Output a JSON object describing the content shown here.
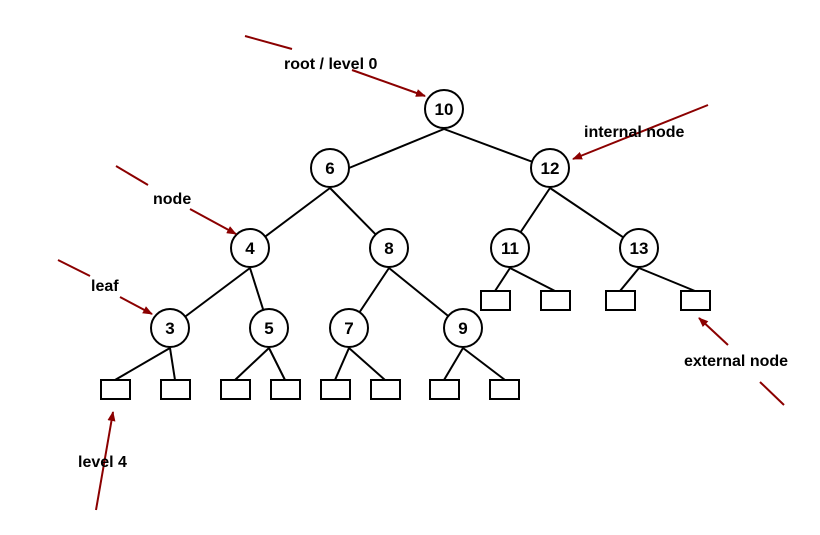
{
  "tree": {
    "nodes": [
      {
        "id": "10",
        "label": "10"
      },
      {
        "id": "6",
        "label": "6"
      },
      {
        "id": "12",
        "label": "12"
      },
      {
        "id": "4",
        "label": "4"
      },
      {
        "id": "8",
        "label": "8"
      },
      {
        "id": "11",
        "label": "11"
      },
      {
        "id": "13",
        "label": "13"
      },
      {
        "id": "3",
        "label": "3"
      },
      {
        "id": "5",
        "label": "5"
      },
      {
        "id": "7",
        "label": "7"
      },
      {
        "id": "9",
        "label": "9"
      }
    ],
    "external_node_count": 12
  },
  "annotations": {
    "root": "root / level 0",
    "internal": "internal node",
    "node": "node",
    "leaf": "leaf",
    "external": "external node",
    "level4": "level 4"
  },
  "colors": {
    "arrow": "#8b0000",
    "line": "#000000",
    "fill": "#ffffff"
  }
}
